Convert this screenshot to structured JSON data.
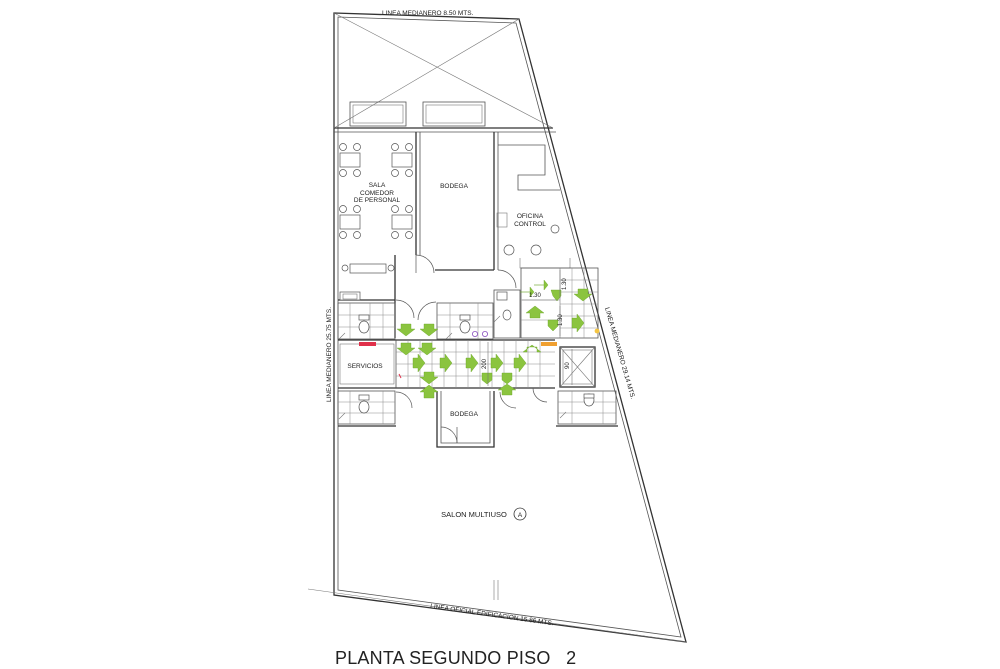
{
  "title": "PLANTA SEGUNDO PISO   2",
  "boundary_labels": {
    "top": "LINEA MEDIANERO  8.50 MTS.",
    "left": "LINEA MEDIANERO  25.75 MTS.",
    "right": "LINEA MEDIANERO  29.14 MTS.",
    "bottom": "LINEA OFICIAL EDIFICACION   15.86 MTS."
  },
  "rooms": {
    "sala_line1": "SALA",
    "sala_line2": "COMEDOR",
    "sala_line3": "DE PERSONAL",
    "bodega_top": "BODEGA",
    "oficina_line1": "OFICINA",
    "oficina_line2": "CONTROL",
    "servicios": "SERVICIOS",
    "bodega_bottom": "BODEGA",
    "salon": "SALON MULTIUSO",
    "salon_tag": "A"
  },
  "dimensions": {
    "d1": "1.30",
    "d2": "1.30",
    "d3": "1.30",
    "d4": "200",
    "d5": "90"
  },
  "colors": {
    "arrow": "#8bc43f",
    "red_marker": "#e0304a",
    "orange_marker": "#f0a030",
    "yellow_marker": "#f5c542",
    "purple_marker": "#8a4fc0"
  }
}
